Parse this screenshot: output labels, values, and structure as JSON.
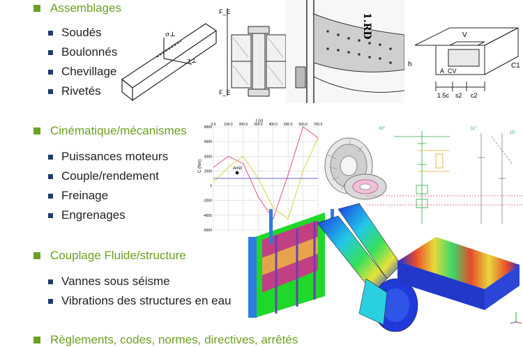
{
  "sections": [
    {
      "title": "Assemblages",
      "items": [
        "Soudés",
        "Boulonnés",
        "Chevillage",
        "Rivetés"
      ]
    },
    {
      "title": "Cinématique/mécanismes",
      "items": [
        "Puissances moteurs",
        "Couple/rendement",
        "Freinage",
        "Engrenages"
      ]
    },
    {
      "title": "Couplage Fluide/structure",
      "items": [
        "Vannes sous séisme",
        "Vibrations des structures en eau"
      ]
    },
    {
      "title": "Règlements, codes, normes, directives, arrêtés",
      "items": []
    }
  ],
  "figures": {
    "weld_labels": {
      "sigma": "σ⊥",
      "tau": "τ⊥"
    },
    "bolt_labels": {
      "f1": "F_E",
      "f2": "F_E"
    },
    "rivet_label": "1.RD",
    "weld_section_labels": {
      "v": "V",
      "h": "h",
      "c1": "C1",
      "a": "A_CV",
      "d1": "1.5c",
      "d2": "s2",
      "d3": "c2"
    },
    "chart": {
      "title": "t (s)",
      "ylabel": "C (Nm)",
      "x_ticks": [
        "0.0",
        "100.0",
        "200.0",
        "300.0",
        "400.0",
        "500.0",
        "600.0",
        "700.0"
      ],
      "y_ticks": [
        "8000",
        "6000",
        "4000",
        "2000",
        "0",
        "-2000",
        "-4000",
        "-6000"
      ],
      "annotation": "Arrêt"
    },
    "chart_data": {
      "type": "line",
      "x_range": [
        0,
        700
      ],
      "ylim": [
        -6000,
        8000
      ],
      "series": [
        {
          "color": "#e64b8f",
          "x": [
            0,
            100,
            200,
            300,
            400,
            500,
            600,
            700
          ],
          "y": [
            2500,
            4000,
            3000,
            -1500,
            -4500,
            1500,
            8000,
            6500
          ]
        },
        {
          "color": "#d6d63a",
          "x": [
            0,
            100,
            200,
            300,
            400,
            500,
            600,
            700
          ],
          "y": [
            500,
            2500,
            4000,
            1000,
            -3000,
            -4500,
            2000,
            6500
          ]
        },
        {
          "color": "#6b5fc9",
          "x": [
            0,
            700
          ],
          "y": [
            1000,
            1000
          ]
        }
      ]
    },
    "kinematic_labels": [
      "30°",
      "11°",
      "15°"
    ]
  }
}
